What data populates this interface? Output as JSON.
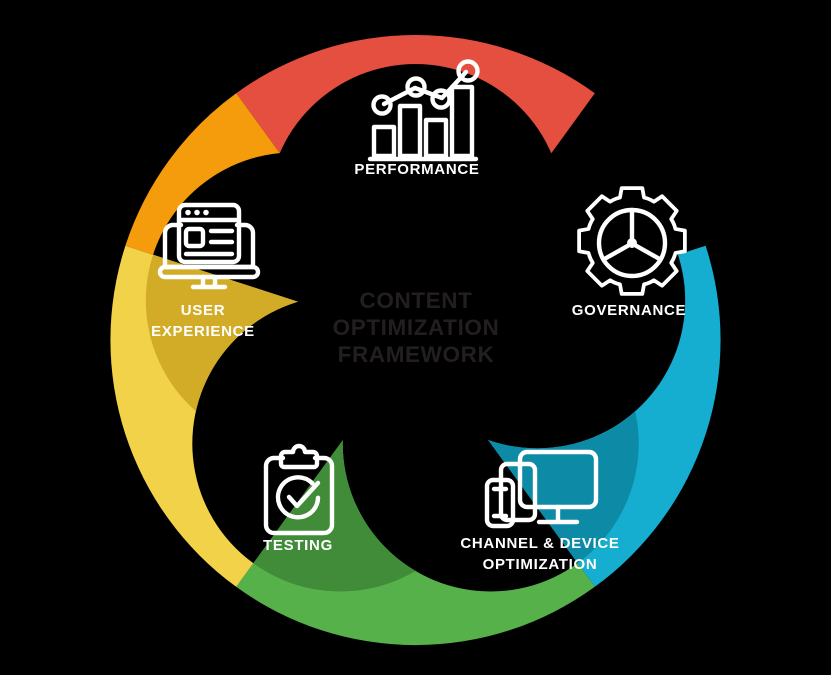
{
  "diagram": {
    "title_lines": [
      "CONTENT",
      "OPTIMIZATION",
      "FRAMEWORK"
    ],
    "center_text": "CONTENT OPTIMIZATION FRAMEWORK",
    "background_color": "#000000",
    "center_fill": "#ffffff",
    "center_text_color": "#231f20",
    "segment_count": 5,
    "segments": [
      {
        "id": "performance",
        "label": "PERFORMANCE",
        "label_lines": [
          "PERFORMANCE"
        ],
        "color": "#e5503f",
        "overlap_color": "#d32e23",
        "icon": "bar-chart-line-icon",
        "position": "top",
        "angle_center_deg": -90
      },
      {
        "id": "governance",
        "label": "GOVERNANCE",
        "label_lines": [
          "GOVERNANCE"
        ],
        "color": "#12aed0",
        "overlap_color": "#0f8ba6",
        "icon": "gear-icon",
        "position": "right",
        "angle_center_deg": -18
      },
      {
        "id": "channel-device-optimization",
        "label": "CHANNEL & DEVICE OPTIMIZATION",
        "label_lines": [
          "CHANNEL & DEVICE",
          "OPTIMIZATION"
        ],
        "color": "#57b14b",
        "overlap_color": "#3f8c39",
        "icon": "devices-icon",
        "position": "bottom-right",
        "angle_center_deg": 54
      },
      {
        "id": "testing",
        "label": "TESTING",
        "label_lines": [
          "TESTING"
        ],
        "color": "#f2d249",
        "overlap_color": "#d2ac27",
        "icon": "clipboard-check-icon",
        "position": "bottom-left",
        "angle_center_deg": 126
      },
      {
        "id": "user-experience",
        "label": "USER EXPERIENCE",
        "label_lines": [
          "USER",
          "EXPERIENCE"
        ],
        "color": "#f59c0b",
        "overlap_color": "#ef7d07",
        "icon": "monitor-browser-icon",
        "position": "left",
        "angle_center_deg": -162
      }
    ]
  }
}
